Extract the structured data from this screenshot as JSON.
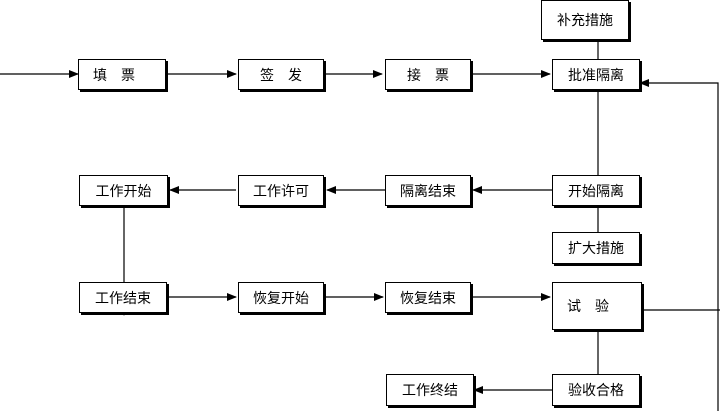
{
  "diagram": {
    "nodes": {
      "fill_ticket": "填　票",
      "issue": "签　发",
      "receive_ticket": "接　票",
      "approve_isolation": "批准隔离",
      "supplementary_measures": "补充措施",
      "start_isolation": "开始隔离",
      "isolation_end": "隔离结束",
      "work_permit": "工作许可",
      "work_start": "工作开始",
      "extend_measures": "扩大措施",
      "test": "试　验",
      "work_end": "工作结束",
      "restore_start": "恢复开始",
      "restore_end": "恢复结束",
      "acceptance": "验收合格",
      "work_close": "工作终结"
    }
  }
}
